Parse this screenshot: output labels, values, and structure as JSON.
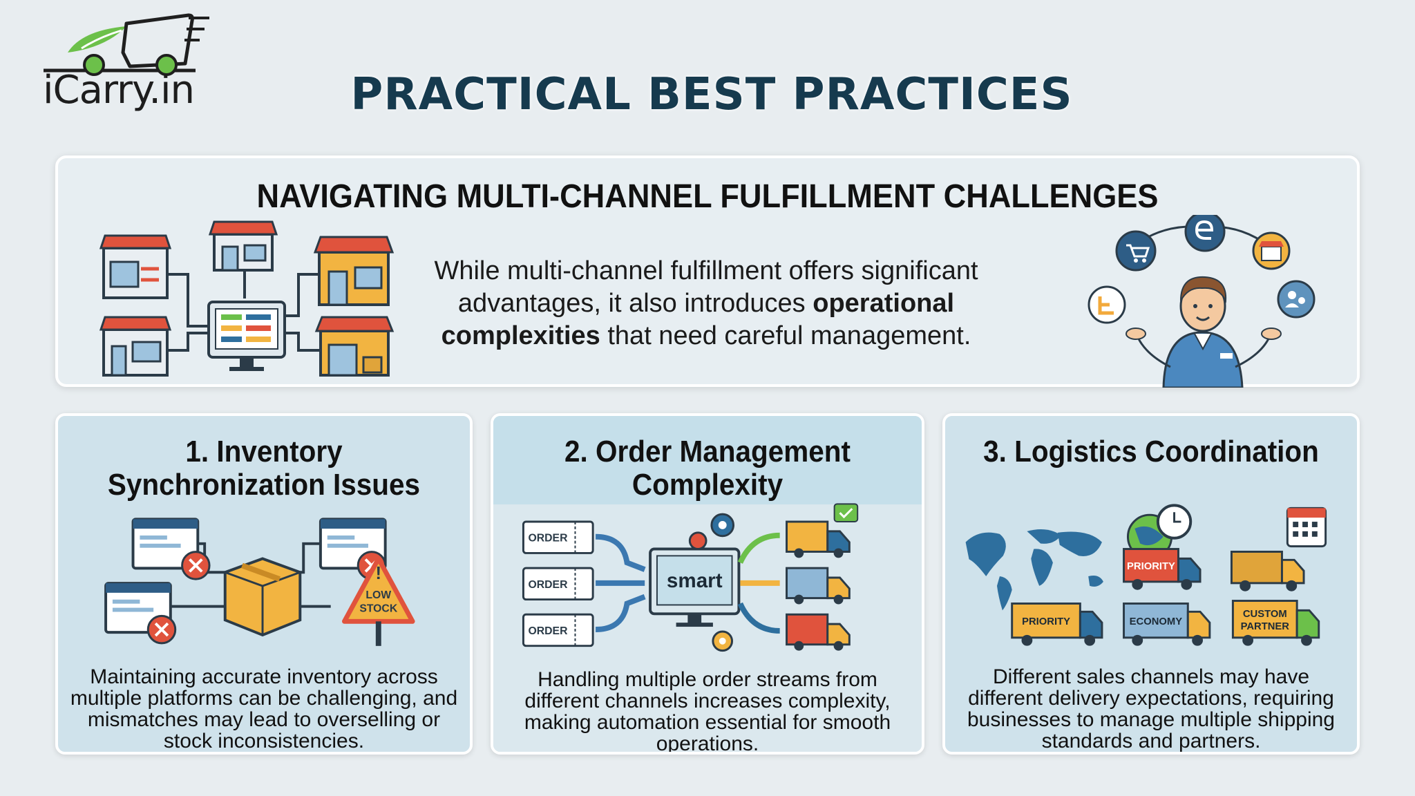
{
  "brand": {
    "logo_text": "iCarry.in"
  },
  "page_title": "PRACTICAL BEST PRACTICES",
  "intro": {
    "heading": "NAVIGATING MULTI-CHANNEL FULFILLMENT CHALLENGES",
    "text_before": "While multi-channel fulfillment offers significant advantages, it also introduces ",
    "text_bold": "operational complexities",
    "text_after": " that need careful management."
  },
  "cards": [
    {
      "title": "1. Inventory Synchronization Issues",
      "body": "Maintaining accurate inventory across multiple platforms can be challenging, and mismatches may lead to overselling or stock inconsistencies.",
      "sign_label_1": "LOW",
      "sign_label_2": "STOCK"
    },
    {
      "title": "2. Order Management Complexity",
      "body": "Handling multiple order streams from different channels increases complexity, making automation essential for smooth operations.",
      "order_label": "ORDER",
      "screen_label": "smart"
    },
    {
      "title": "3. Logistics Coordination",
      "body": "Different sales channels may have different delivery expectations, requiring businesses to manage multiple shipping standards and partners.",
      "truck_labels": [
        "PRIORITY",
        "PRIORITY",
        "ECONOMY",
        "CUSTOM",
        "PARTNER"
      ]
    }
  ],
  "colors": {
    "title": "#163a4e",
    "card_bg": "#cfe2eb",
    "accent_red": "#e0533d",
    "accent_orange": "#f2b441",
    "accent_blue": "#2e6f9e",
    "logo_green": "#6cc04a"
  }
}
